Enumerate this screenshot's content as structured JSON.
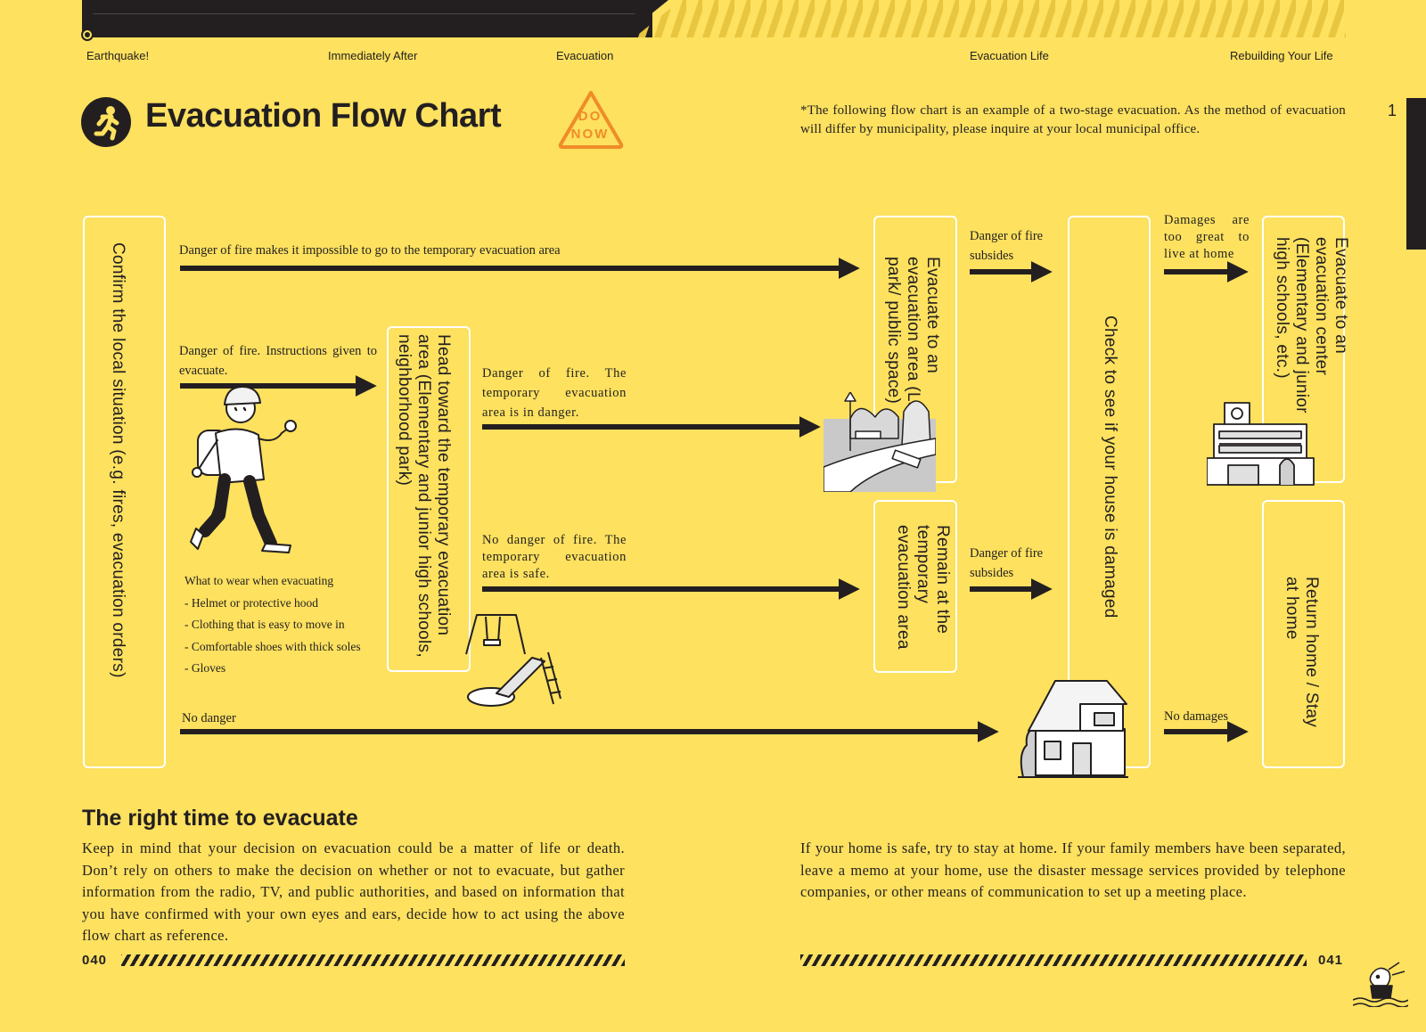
{
  "timeline": {
    "stages": [
      "Earthquake!",
      "Immediately After",
      "Evacuation",
      "Evacuation Life",
      "Rebuilding Your Life"
    ]
  },
  "header": {
    "title": "Evacuation Flow Chart",
    "badge_line1": "DO",
    "badge_line2": "NOW",
    "note": "*The following flow chart is an example of a two-stage evacuation. As the method of evacuation will differ by municipality, please inquire at your local municipal office.",
    "tab_number": "1"
  },
  "flow": {
    "boxes": {
      "confirm": "Confirm the local situation (e.g. fires, evacuation orders)",
      "temporary": "Head toward the temporary evacuation area (Elementary and junior high schools, neighborhood park)",
      "evac_area": "Evacuate to an evacuation area (Large park/ public space)",
      "remain": "Remain at the temporary evacuation area",
      "check_house": "Check to see if your house is damaged",
      "evac_center": "Evacuate to an evacuation center (Elementary and junior high schools, etc.)",
      "return_home": "Return home / Stay at home"
    },
    "labels": {
      "fire_impossible": "Danger of fire makes it impossible to go to the temporary evacuation area",
      "fire_instructions": "Danger of fire. Instructions given to evacuate.",
      "temp_danger": "Danger of fire. The temporary evacuation area is in danger.",
      "temp_safe": "No danger of fire. The temporary evacuation area is safe.",
      "no_danger": "No danger",
      "subsides_1": "Danger of fire subsides",
      "subsides_2": "Danger of fire subsides",
      "damages_great": "Damages are too great to live at home",
      "no_damages": "No damages"
    },
    "wear": {
      "title": "What to wear when evacuating",
      "items": [
        "- Helmet or protective hood",
        "- Clothing that is easy to move in",
        "- Comfortable shoes with thick soles",
        "- Gloves"
      ]
    }
  },
  "bottom": {
    "section_title": "The right time to evacuate",
    "left_text": "Keep in mind that your decision on evacuation could be a matter of life or death. Don’t rely on others to make the decision on whether or not to evacuate, but gather information from the radio, TV, and public authorities, and based on information that you have confirmed with your own eyes and ears, decide how to act using the above flow chart as reference.",
    "right_text": "If your home is safe, try to stay at home. If your family members have been separated, leave a memo at your home, use the disaster message services provided by telephone companies, or other means of communication to set up a meeting place.",
    "page_left": "040",
    "page_right": "041"
  },
  "colors": {
    "background": "#fde15f",
    "ink": "#231f20",
    "accent_orange": "#f08c28",
    "box_border": "#ffffff"
  },
  "icons": [
    "running-person-icon",
    "do-now-warning-icon",
    "evacuee-illustration",
    "park-illustration",
    "playground-illustration",
    "house-illustration",
    "school-illustration",
    "mascot-icon"
  ]
}
